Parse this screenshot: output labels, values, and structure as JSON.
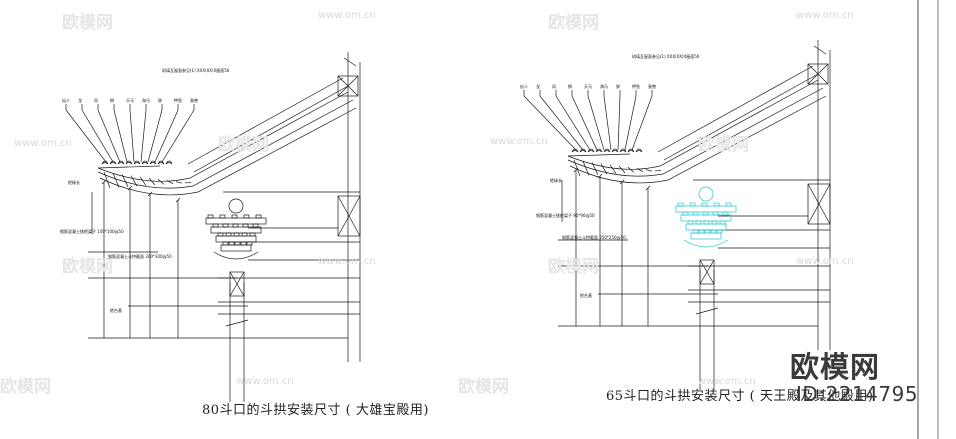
{
  "left_drawing": {
    "caption": "80斗口的斗拱安装尺寸 ( 大雄宝殿用)",
    "top_labels": [
      "仙人",
      "龙",
      "凤",
      "狮",
      "天马",
      "海马",
      "狻",
      "押鱼",
      "垂兽"
    ],
    "roof_note": "琉璃瓦屋面参见(1) XXX(0X)X屋面56",
    "note_a": "檐椽长",
    "note_b": "钢筋混凝土挑檐梁子 100*100@50",
    "note_c": "钢筋混凝土斗拱截面 300*300@50",
    "note_d": "檐台基"
  },
  "right_drawing": {
    "caption": "65斗口的斗拱安装尺寸 ( 天王殿及其他殿用)",
    "top_labels": [
      "仙人",
      "龙",
      "凤",
      "狮",
      "天马",
      "海马",
      "狻",
      "押鱼",
      "垂兽"
    ],
    "roof_note": "琉璃瓦屋面参见(1) XXX(0X)X屋面56",
    "note_a": "檐椽长",
    "note_b": "钢筋混凝土挑檐梁子 90*90@50",
    "note_c": "钢筋混凝土斗拱截面 250*250@50",
    "note_d": "檐台基"
  },
  "watermark": {
    "brand": "欧模网",
    "url": "www.om.cn"
  },
  "brand_stamp": {
    "name": "欧模网",
    "id": "ID:2214795"
  },
  "colors": {
    "line": "#1a1a1a",
    "highlight": "#20c8c8",
    "watermark": "#e6e6e6"
  }
}
